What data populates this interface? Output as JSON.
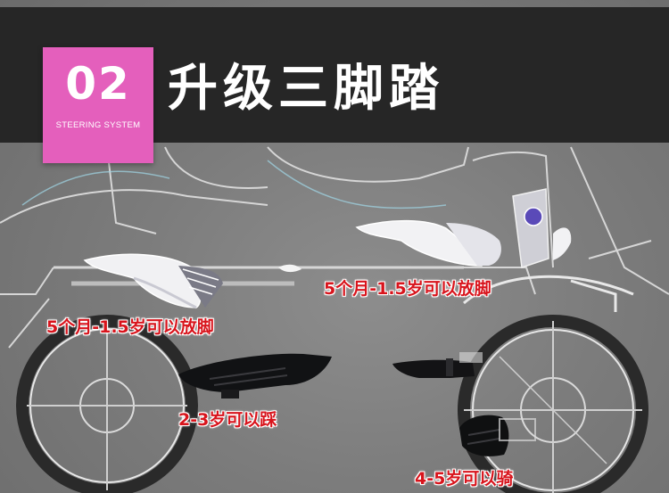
{
  "header": {
    "badge_number": "02",
    "badge_subtitle": "STEERING SYSTEM",
    "title": "升级三脚踏"
  },
  "captions": {
    "left_footrest": "5个月-1.5岁可以放脚",
    "right_footrest": "5个月-1.5岁可以放脚",
    "middle_pedal": "2-3岁可以踩",
    "front_pedal": "4-5岁可以骑"
  },
  "colors": {
    "header_background": "#262626",
    "badge_pink": "#e45fbc",
    "caption_red": "#d8141c",
    "background_gray": "#7c7c7c"
  }
}
